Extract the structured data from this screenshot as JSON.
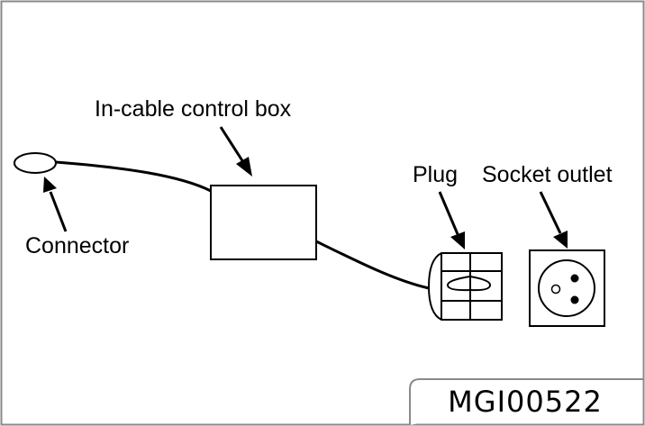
{
  "diagram": {
    "labels": {
      "control_box": "In-cable control box",
      "plug": "Plug",
      "socket_outlet": "Socket outlet",
      "connector": "Connector"
    },
    "figure_code": "MGI00522"
  }
}
